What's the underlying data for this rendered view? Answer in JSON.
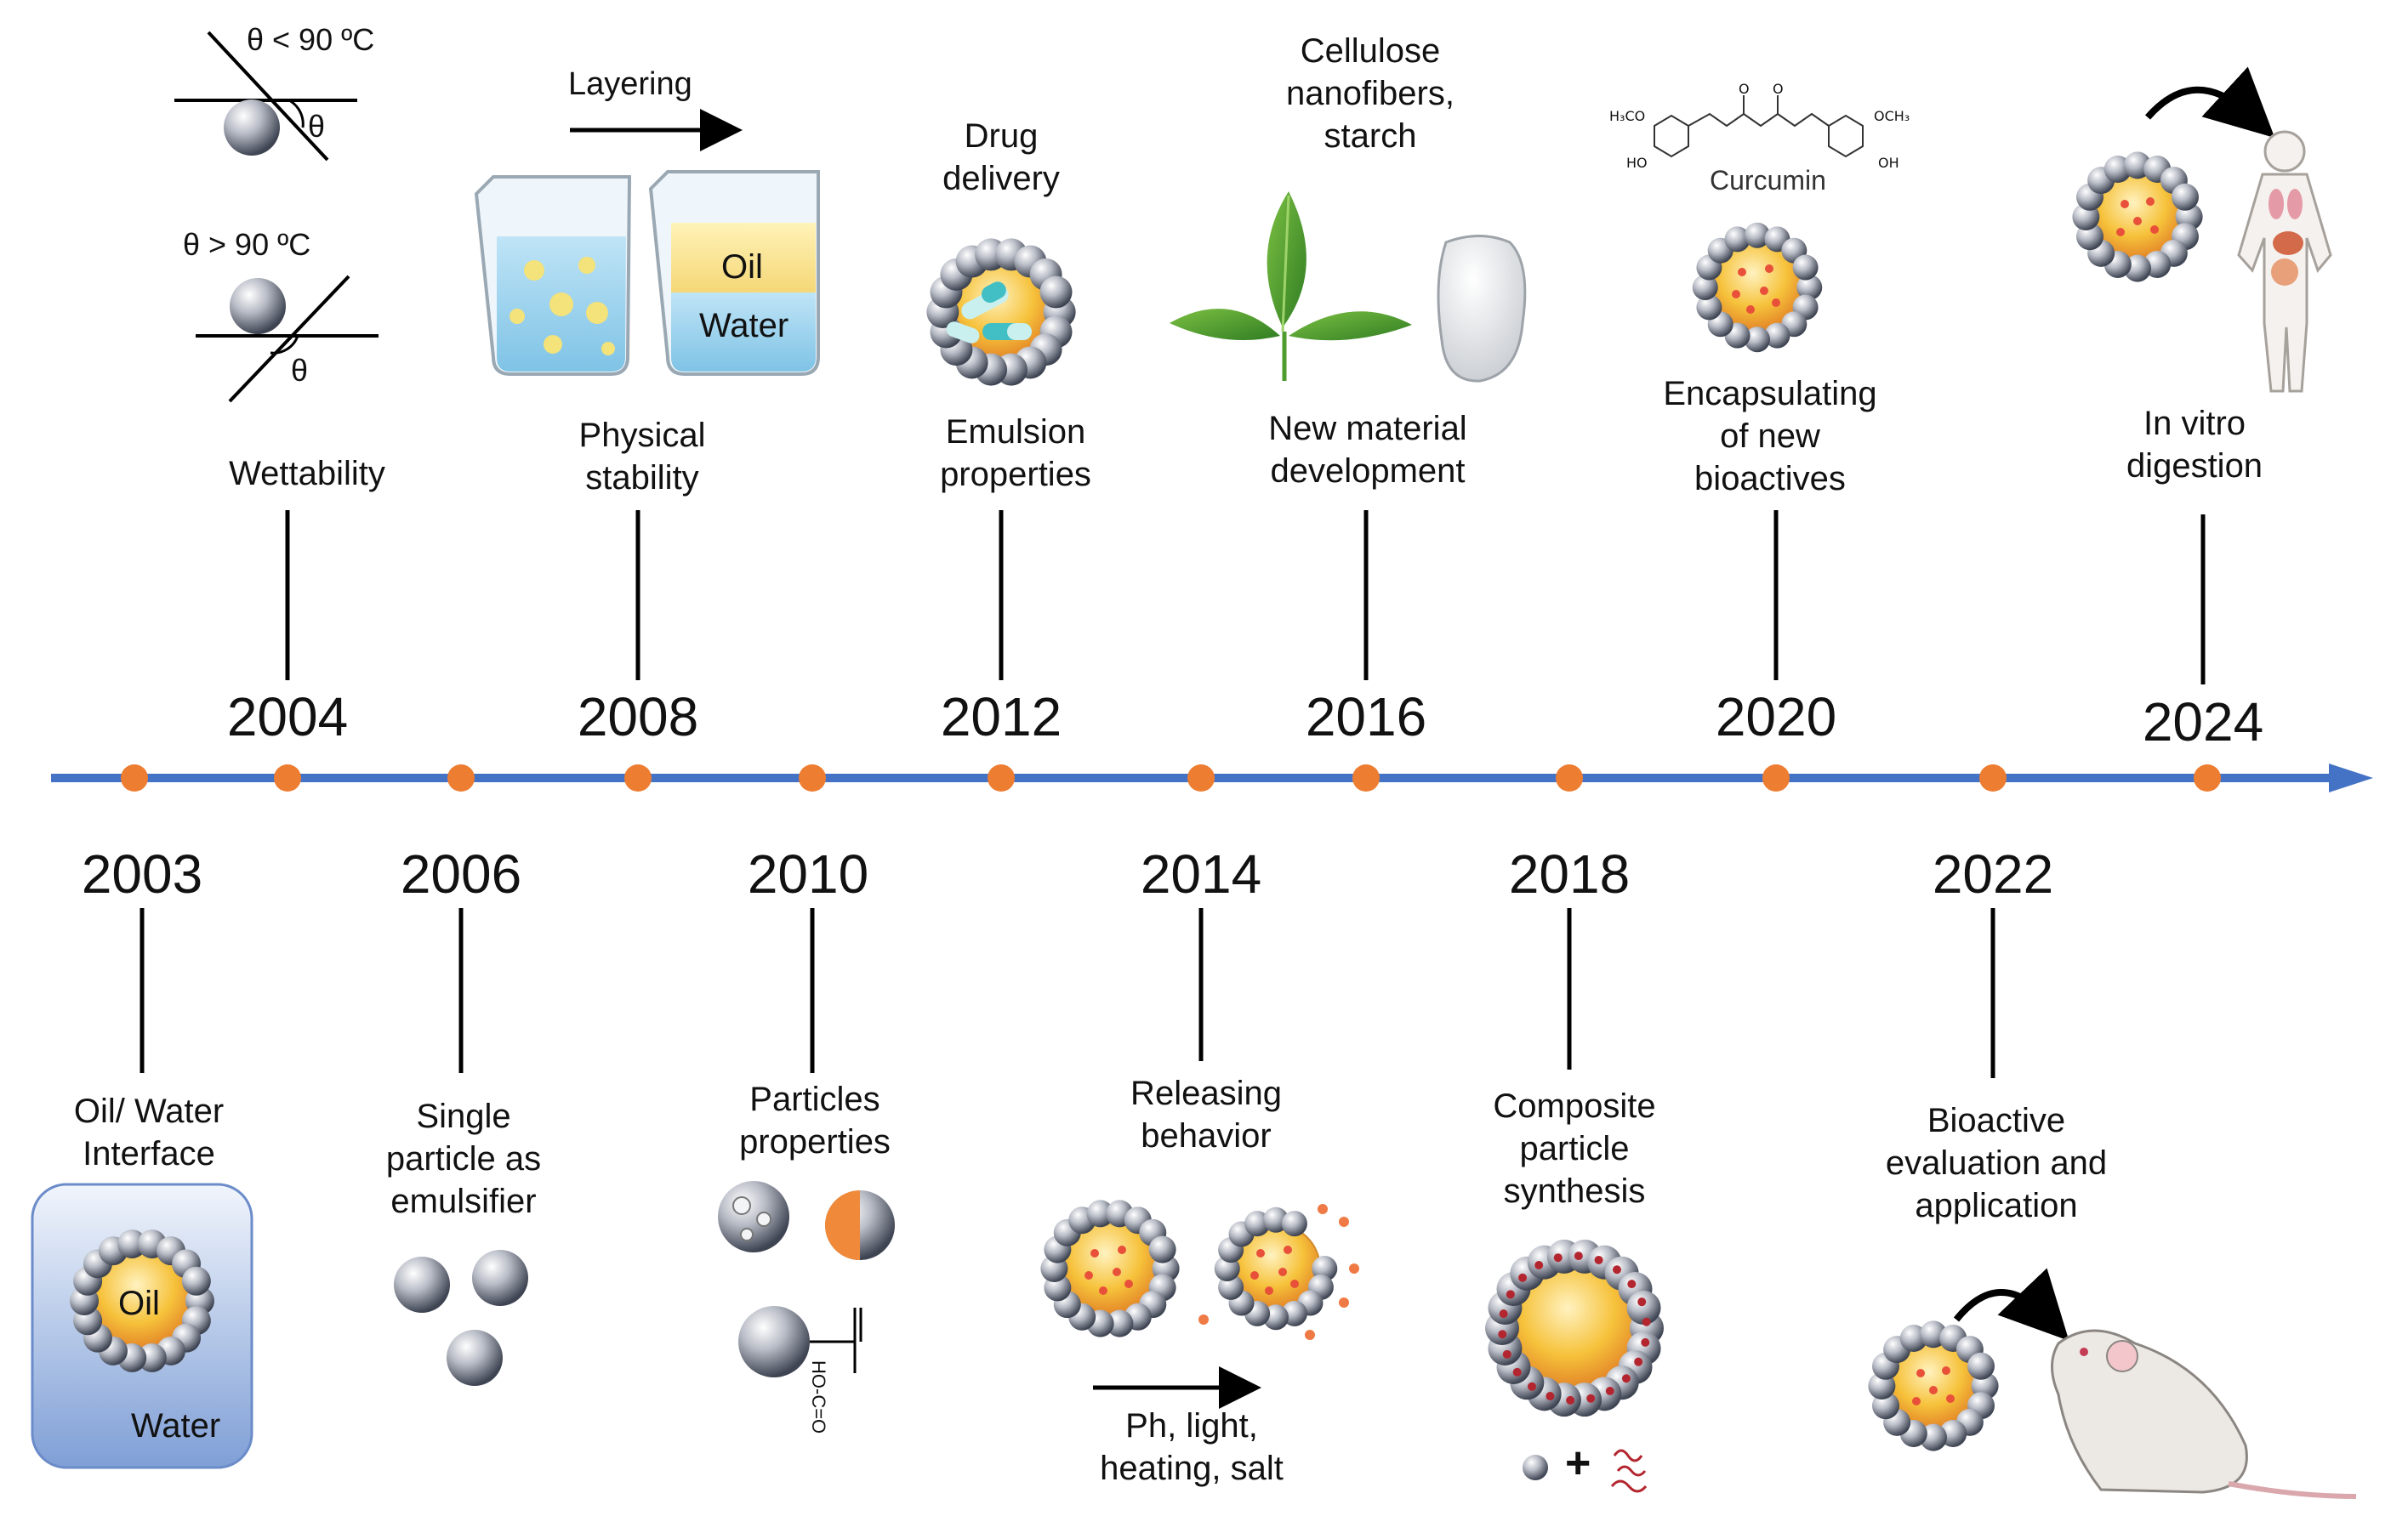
{
  "timeline": {
    "axis_color": "#4472C4",
    "dot_color": "#ED7D31",
    "top_events": [
      {
        "year": "2004",
        "label": "Wettability"
      },
      {
        "year": "2008",
        "label": "Physical\nstability"
      },
      {
        "year": "2012",
        "label": "Emulsion\nproperties"
      },
      {
        "year": "2016",
        "label": "New material\ndevelopment"
      },
      {
        "year": "2020",
        "label": "Encapsulating\nof new\nbioactives"
      },
      {
        "year": "2024",
        "label": "In vitro\ndigestion"
      }
    ],
    "bottom_events": [
      {
        "year": "2003",
        "label": "Oil/ Water\nInterface"
      },
      {
        "year": "2006",
        "label": "Single\nparticle as\nemulsifier"
      },
      {
        "year": "2010",
        "label": "Particles\nproperties"
      },
      {
        "year": "2014",
        "label": "Releasing\nbehavior"
      },
      {
        "year": "2018",
        "label": "Composite\nparticle\nsynthesis"
      },
      {
        "year": "2022",
        "label": "Bioactive\nevaluation and\napplication"
      }
    ]
  },
  "illustrations": {
    "wettability": {
      "angle_low": "θ < 90 ºC",
      "angle_high": "θ > 90 ºC",
      "theta": "θ"
    },
    "stability": {
      "arrow_label": "Layering",
      "oil": "Oil",
      "water": "Water"
    },
    "drug": {
      "label": "Drug\ndelivery"
    },
    "material": {
      "label": "Cellulose\nnanofibers,\nstarch"
    },
    "curcumin": {
      "label": "Curcumin",
      "h3co": "H₃CO",
      "och3": "OCH₃",
      "ho": "HO",
      "oh": "OH",
      "o1": "O",
      "o2": "O"
    },
    "interface": {
      "oil": "Oil",
      "water": "Water"
    },
    "particle_group": {
      "hoh": "HO-C=O"
    },
    "release": {
      "conditions": "Ph, light,\nheating, salt"
    },
    "composite": {
      "plus": "+"
    }
  }
}
